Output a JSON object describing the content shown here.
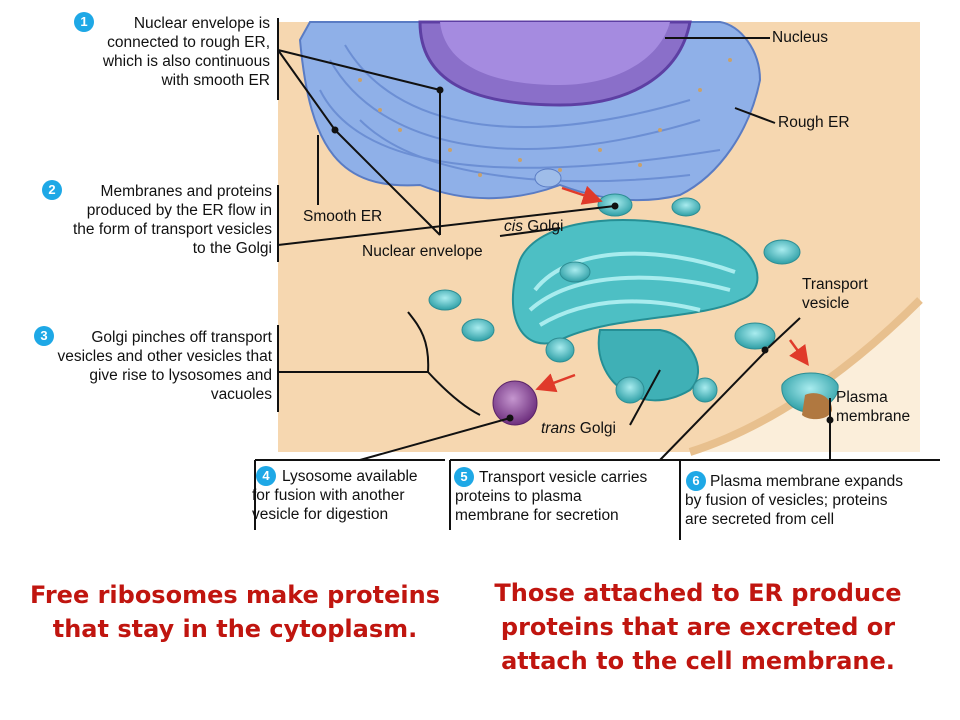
{
  "labels": {
    "nucleus": "Nucleus",
    "rough_er": "Rough ER",
    "smooth_er": "Smooth ER",
    "nuclear_envelope": "Nuclear envelope",
    "cis_golgi_prefix": "cis",
    "cis_golgi_suffix": "Golgi",
    "transport_vesicle_1": "Transport",
    "transport_vesicle_2": "vesicle",
    "plasma_membrane_1": "Plasma",
    "plasma_membrane_2": "membrane",
    "trans_golgi_prefix": "trans",
    "trans_golgi_suffix": "Golgi"
  },
  "steps": [
    {
      "number": "1",
      "lines": [
        "Nuclear envelope is",
        "connected  to rough ER,",
        "which is also continuous",
        "with smooth ER"
      ]
    },
    {
      "number": "2",
      "lines": [
        "Membranes and proteins",
        "produced by the ER flow in",
        "the form of transport vesicles",
        "to the Golgi"
      ]
    },
    {
      "number": "3",
      "lines": [
        "Golgi pinches off transport",
        "vesicles and other vesicles that",
        "give rise to lysosomes and",
        "vacuoles"
      ]
    },
    {
      "number": "4",
      "lines": [
        "Lysosome available",
        "for fusion with another",
        "vesicle for digestion"
      ]
    },
    {
      "number": "5",
      "lines": [
        "Transport vesicle carries",
        "proteins to plasma",
        "membrane for secretion"
      ]
    },
    {
      "number": "6",
      "lines": [
        "Plasma membrane expands",
        "by fusion of vesicles; proteins",
        "are secreted from cell"
      ]
    }
  ],
  "captions": {
    "left": [
      "Free ribosomes make proteins",
      "that stay in the cytoplasm."
    ],
    "right": [
      "Those attached to ER produce",
      "proteins that are excreted or",
      "attach to the cell membrane."
    ]
  },
  "colors": {
    "cytoplasm": "#f6d7b0",
    "er_blue": "#8fb0e8",
    "nucleus_purple": "#8a6fc9",
    "golgi_teal": "#4dbfc4",
    "lysosome_purple": "#9a5aa8",
    "badge_blue": "#1ea8e6",
    "caption_red": "#c0150f",
    "arrow_red": "#e03a2a"
  }
}
